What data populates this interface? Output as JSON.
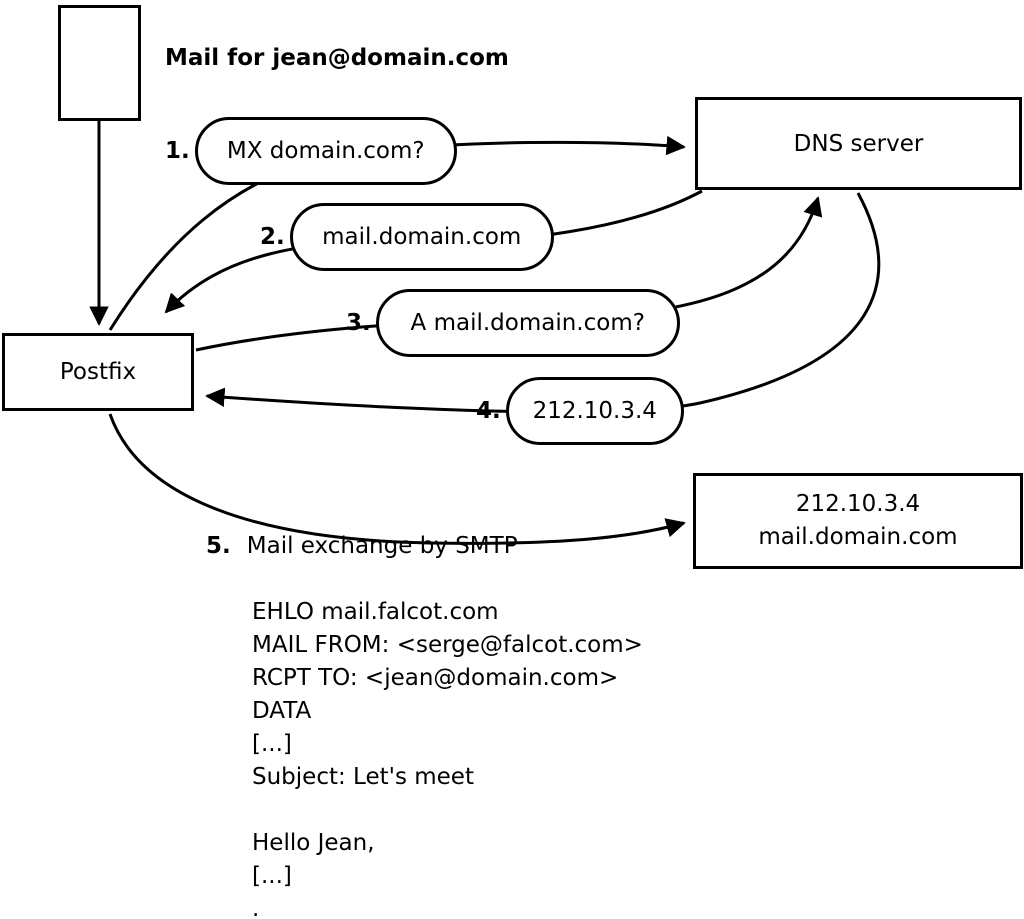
{
  "diagram": {
    "mail_label": "Mail for jean@domain.com",
    "postfix": "Postfix",
    "dns_server": "DNS server",
    "steps": [
      {
        "num": "1.",
        "label": "MX domain.com?"
      },
      {
        "num": "2.",
        "label": "mail.domain.com"
      },
      {
        "num": "3.",
        "label": "A mail.domain.com?"
      },
      {
        "num": "4.",
        "label": "212.10.3.4"
      }
    ],
    "step5": {
      "num": "5.",
      "label": "Mail exchange by SMTP"
    },
    "target_server": {
      "line1": "212.10.3.4",
      "line2": "mail.domain.com"
    },
    "smtp_transcript": [
      "EHLO mail.falcot.com",
      "MAIL FROM: <serge@falcot.com>",
      "RCPT TO: <jean@domain.com>",
      "DATA",
      "[...]",
      "Subject: Let's meet",
      "",
      "Hello Jean,",
      "[...]",
      "."
    ],
    "colors": {
      "stroke": "#000000",
      "background": "#ffffff"
    }
  }
}
